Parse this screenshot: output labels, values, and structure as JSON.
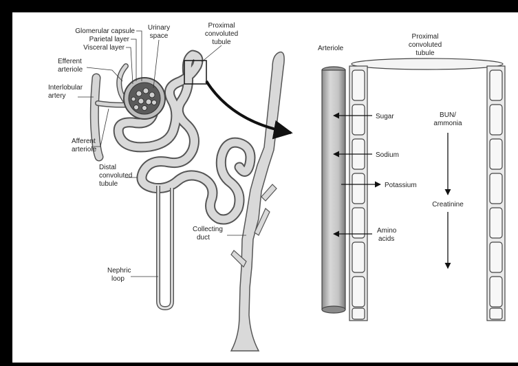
{
  "nephron": {
    "glomerular_capsule": "Glomerular capsule",
    "parietal_layer": "Parietal layer",
    "visceral_layer": "Visceral layer",
    "urinary_space_1": "Urinary",
    "urinary_space_2": "space",
    "proximal_1": "Proximal",
    "proximal_2": "convoluted",
    "proximal_3": "tubule",
    "efferent_1": "Efferent",
    "efferent_2": "arteriole",
    "interlobular_1": "Interlobular",
    "interlobular_2": "artery",
    "afferent_1": "Afferent",
    "afferent_2": "arteriole",
    "distal_1": "Distal",
    "distal_2": "convoluted",
    "distal_3": "tubule",
    "collecting_1": "Collecting",
    "collecting_2": "duct",
    "nephric_1": "Nephric",
    "nephric_2": "loop"
  },
  "detail": {
    "arteriole": "Arteriole",
    "proximal_1": "Proximal",
    "proximal_2": "convoluted",
    "proximal_3": "tubule",
    "sugar": "Sugar",
    "sodium": "Sodium",
    "potassium": "Potassium",
    "amino_1": "Amino",
    "amino_2": "acids",
    "bun_1": "BUN/",
    "bun_2": "ammonia",
    "creatinine": "Creatinine"
  },
  "colors": {
    "frame": "#000000",
    "background": "#ffffff",
    "tubule_fill": "#d9d9d9",
    "tubule_stroke": "#555555",
    "ink": "#222222"
  }
}
